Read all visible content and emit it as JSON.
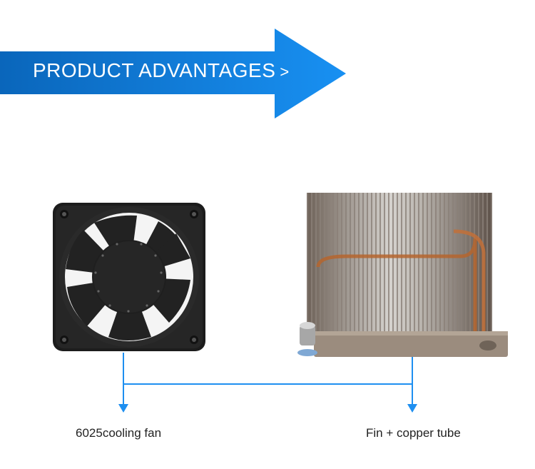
{
  "banner": {
    "title": "PRODUCT ADVANTAGES",
    "chevron": ">",
    "color_dark": "#0a6cc2",
    "color_light": "#1a8ff0"
  },
  "products": [
    {
      "name": "fan",
      "label": "6025cooling fan",
      "icon": "cooling-fan-image"
    },
    {
      "name": "heatsink",
      "label": "Fin + copper tube",
      "icon": "heatsink-image"
    }
  ],
  "connector": {
    "color": "#1e8ff0"
  }
}
